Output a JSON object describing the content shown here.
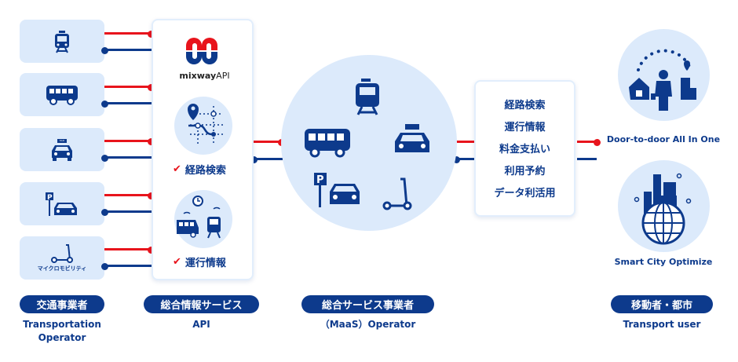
{
  "providers": [
    {
      "icon": "train-icon",
      "label": ""
    },
    {
      "icon": "bus-icon",
      "label": ""
    },
    {
      "icon": "taxi-icon",
      "label": ""
    },
    {
      "icon": "parking-car-icon",
      "label": ""
    },
    {
      "icon": "kick-scooter-icon",
      "label": "マイクロモビリティ"
    }
  ],
  "api": {
    "logo_text": "mixway",
    "logo_suffix": "API",
    "features": [
      {
        "icon": "route-map-icon",
        "label": "経路検索"
      },
      {
        "icon": "realtime-operation-icon",
        "label": "運行情報"
      }
    ],
    "check": "✔"
  },
  "taxi_sign": "TAXI",
  "services": [
    "経路検索",
    "運行情報",
    "料金支払い",
    "利用予約",
    "データ利活用"
  ],
  "users": [
    {
      "icon": "door-to-door-icon",
      "caption": "Door-to-door All In One"
    },
    {
      "icon": "smart-city-icon",
      "caption": "Smart City Optimize"
    }
  ],
  "columns": [
    {
      "pill": "交通事業者",
      "sub": "Transportation\nOperator"
    },
    {
      "pill": "総合情報サービス",
      "sub": "API"
    },
    {
      "pill": "総合サービス事業者",
      "sub": "（MaaS）Operator"
    },
    {
      "pill": "移動者・都市",
      "sub": "Transport user"
    }
  ],
  "colors": {
    "navy": "#0d3a8c",
    "red": "#e8141c",
    "light": "#dceafb"
  }
}
